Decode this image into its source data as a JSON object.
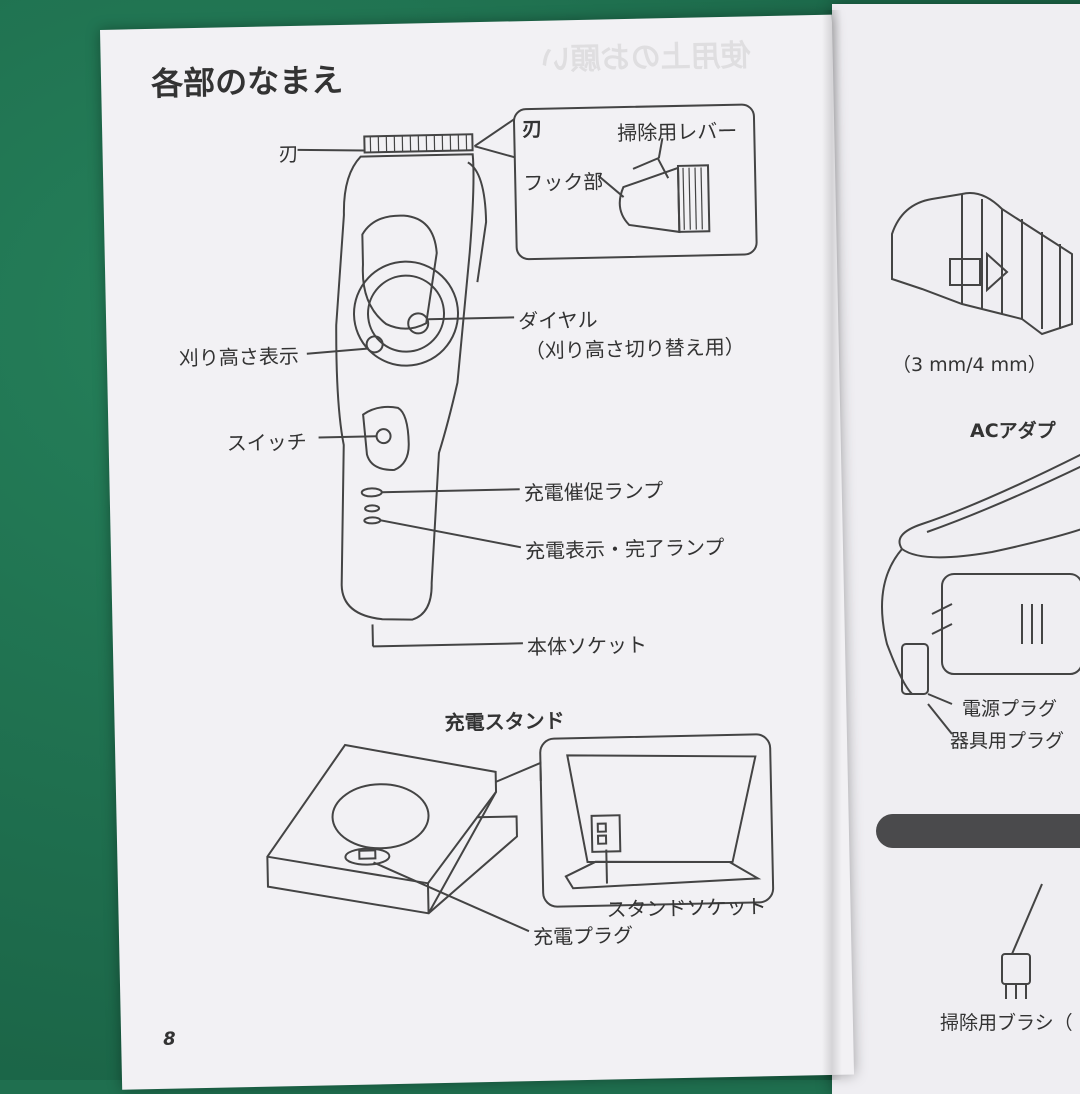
{
  "left_page": {
    "title": "各部のなまえ",
    "page_number": "8",
    "clipper_labels": {
      "blade": "刃",
      "dial": "ダイヤル",
      "dial_note": "（刈り高さ切り替え用）",
      "height_display": "刈り高さ表示",
      "switch": "スイッチ",
      "charge_prompt_lamp": "充電催促ランプ",
      "charge_complete_lamp": "充電表示・完了ランプ",
      "body_socket": "本体ソケット"
    },
    "blade_detail": {
      "heading": "刃",
      "cleaning_lever": "掃除用レバー",
      "hook": "フック部"
    },
    "stand": {
      "heading": "充電スタンド",
      "stand_socket": "スタンドソケット",
      "charge_plug": "充電プラグ"
    }
  },
  "right_page": {
    "attachment_size": "（3 mm/4 mm）",
    "ac_adapter_heading": "ACアダプ",
    "power_plug": "電源プラグ",
    "appliance_plug": "器具用プラグ",
    "cleaning_brush": "掃除用ブラシ（"
  },
  "colors": {
    "background": "#1f6f4f",
    "paper": "#f2f1f4",
    "ink": "#333333",
    "bar": "#4a4a4c"
  }
}
